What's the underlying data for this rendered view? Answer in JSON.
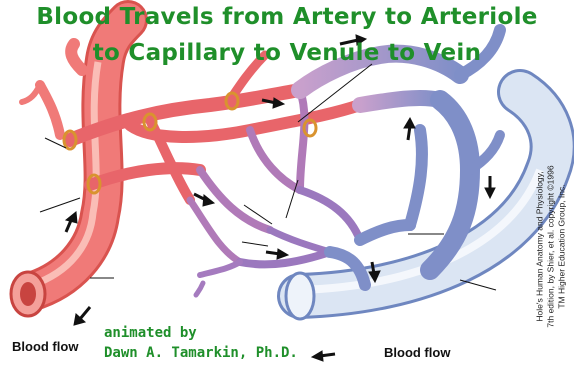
{
  "title": {
    "line1": "Blood Travels from Artery to Arteriole",
    "line2": "to Capillary to Venule to Vein"
  },
  "labels": {
    "blood_flow_left": "Blood flow",
    "blood_flow_right": "Blood flow"
  },
  "credit": {
    "line1": "animated by",
    "line2": "Dawn A. Tamarkin, Ph.D."
  },
  "copyright": {
    "line1": "Hole's Human Anatomy and Physiology,",
    "line2": "7th edition, by Shier, et al. copyright ©1996",
    "line3": "TM Higher Education Group, Inc."
  },
  "colors": {
    "title": "#1f8f2a",
    "artery": "#f07a78",
    "artery_highlight": "#fbc4bc",
    "capillary": "#b07ab8",
    "vein": "#7f8fc8",
    "vein_light": "#dbe5f3",
    "arrow": "#111111"
  },
  "icons": [
    "flow-arrow-icon"
  ]
}
